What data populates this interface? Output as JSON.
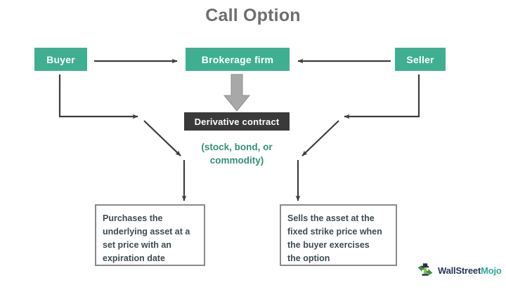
{
  "diagram": {
    "title": "Call Option",
    "type": "flow-diagram",
    "colors": {
      "green": "#3FAF91",
      "dark": "#3A3A3A",
      "title_gray": "#6E6E6E",
      "arrow_gray": "#3D3D3D",
      "block_arrow_gray": "#A8A8A8",
      "note_green": "#31907A",
      "box_border": "#8A8A8A",
      "background": "#FFFFFF"
    },
    "nodes": {
      "buyer": {
        "label": "Buyer",
        "style": "green"
      },
      "brokerage": {
        "label": "Brokerage firm",
        "style": "green"
      },
      "seller": {
        "label": "Seller",
        "style": "green"
      },
      "derivative": {
        "label": "Derivative contract",
        "style": "dark"
      },
      "asset_note": {
        "line1": "(stock, bond, or",
        "line2": "commodity)"
      },
      "buyer_outcome": {
        "line1": "Purchases the",
        "line2": "underlying asset at a",
        "line3": "set price with an",
        "line4": "expiration date"
      },
      "seller_outcome": {
        "line1": "Sells the asset at the",
        "line2": "fixed strike price when",
        "line3": "the buyer exercises",
        "line4": "the option"
      }
    },
    "edges": [
      {
        "from": "buyer",
        "to": "brokerage",
        "direction": "right"
      },
      {
        "from": "seller",
        "to": "brokerage",
        "direction": "left"
      },
      {
        "from": "brokerage",
        "to": "derivative",
        "direction": "down",
        "style": "block-arrow"
      },
      {
        "from": "buyer",
        "to": "buyer_outcome",
        "direction": "down-right-down"
      },
      {
        "from": "seller",
        "to": "seller_outcome",
        "direction": "down-left-down"
      }
    ]
  },
  "logo": {
    "brand_first": "WallStreet",
    "brand_second": "Mojo",
    "mark": "wallstreetmojo-logo-icon"
  }
}
